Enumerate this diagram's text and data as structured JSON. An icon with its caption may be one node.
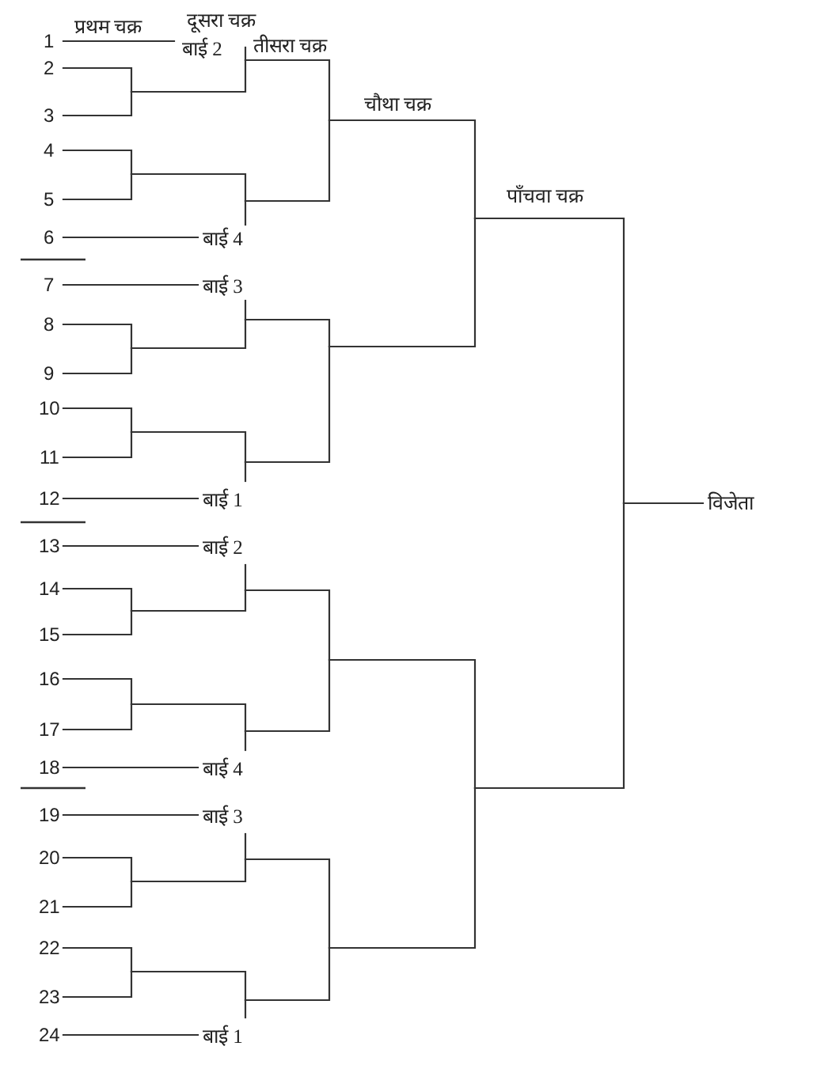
{
  "diagram": {
    "nodes": [
      {
        "text": [
          "1"
        ]
      },
      {
        "text": [
          "बाई 2"
        ]
      },
      {
        "text": [
          "2"
        ]
      },
      {
        "text": [
          "3"
        ]
      },
      {
        "text": [
          "4"
        ]
      },
      {
        "text": [
          "5"
        ]
      },
      {
        "text": [
          "6"
        ]
      },
      {
        "text": [
          "बाई 4"
        ]
      },
      {
        "text": [
          "7"
        ]
      },
      {
        "text": [
          "बाई 3"
        ]
      },
      {
        "text": [
          "8"
        ]
      },
      {
        "text": [
          "9"
        ]
      },
      {
        "text": [
          "10"
        ]
      },
      {
        "text": [
          "11"
        ]
      },
      {
        "text": [
          "12"
        ]
      },
      {
        "text": [
          "बाई 1"
        ]
      },
      {
        "text": [
          "विजेता"
        ]
      },
      {
        "text": [
          "13"
        ]
      },
      {
        "text": [
          "बाई 2"
        ]
      },
      {
        "text": [
          "14"
        ]
      },
      {
        "text": [
          "15"
        ]
      },
      {
        "text": [
          "16"
        ]
      },
      {
        "text": [
          "17"
        ]
      },
      {
        "text": [
          "18"
        ]
      },
      {
        "text": [
          "बाई 4"
        ]
      },
      {
        "text": [
          "19"
        ]
      },
      {
        "text": [
          "बाई 3"
        ]
      },
      {
        "text": [
          "20"
        ]
      },
      {
        "text": [
          "21"
        ]
      },
      {
        "text": [
          "22"
        ]
      },
      {
        "text": [
          "23"
        ]
      },
      {
        "text": [
          "24"
        ]
      },
      {
        "text": [
          "बाई 1"
        ]
      }
    ],
    "edges": [
      {
        "from": 0,
        "to": 1,
        "arrow": "none"
      },
      {
        "from": 1,
        "to": 16,
        "arrow": "none"
      },
      {
        "from": 2,
        "to": 16,
        "arrow": "none"
      },
      {
        "from": 3,
        "to": 16,
        "arrow": "none"
      },
      {
        "from": 4,
        "to": 16,
        "arrow": "none"
      },
      {
        "from": 5,
        "to": 16,
        "arrow": "none"
      },
      {
        "from": 6,
        "to": 7,
        "arrow": "none"
      },
      {
        "from": 7,
        "to": 16,
        "arrow": "none"
      },
      {
        "from": 8,
        "to": 9,
        "arrow": "none"
      },
      {
        "from": 9,
        "to": 16,
        "arrow": "none"
      },
      {
        "from": 10,
        "to": 16,
        "arrow": "none"
      },
      {
        "from": 11,
        "to": 16,
        "arrow": "none"
      },
      {
        "from": 12,
        "to": 16,
        "arrow": "none"
      },
      {
        "from": 13,
        "to": 16,
        "arrow": "none"
      },
      {
        "from": 14,
        "to": 15,
        "arrow": "none"
      },
      {
        "from": 15,
        "to": 16,
        "arrow": "none"
      },
      {
        "from": 17,
        "to": 18,
        "arrow": "none"
      },
      {
        "from": 18,
        "to": 16,
        "arrow": "none"
      },
      {
        "from": 19,
        "to": 16,
        "arrow": "none"
      },
      {
        "from": 20,
        "to": 16,
        "arrow": "none"
      },
      {
        "from": 21,
        "to": 16,
        "arrow": "none"
      },
      {
        "from": 22,
        "to": 16,
        "arrow": "none"
      },
      {
        "from": 23,
        "to": 24,
        "arrow": "none"
      },
      {
        "from": 24,
        "to": 16,
        "arrow": "none"
      },
      {
        "from": 25,
        "to": 26,
        "arrow": "none"
      },
      {
        "from": 26,
        "to": 16,
        "arrow": "none"
      },
      {
        "from": 27,
        "to": 16,
        "arrow": "none"
      },
      {
        "from": 28,
        "to": 16,
        "arrow": "none"
      },
      {
        "from": 29,
        "to": 16,
        "arrow": "none"
      },
      {
        "from": 30,
        "to": 16,
        "arrow": "none"
      },
      {
        "from": 31,
        "to": 32,
        "arrow": "none"
      },
      {
        "from": 32,
        "to": 16,
        "arrow": "none"
      }
    ],
    "labels": [
      "प्रथम चक्र",
      "दूसरा चक्र",
      "तीसरा चक्र",
      "चौथा चक्र",
      "पाँचवा चक्र"
    ]
  }
}
